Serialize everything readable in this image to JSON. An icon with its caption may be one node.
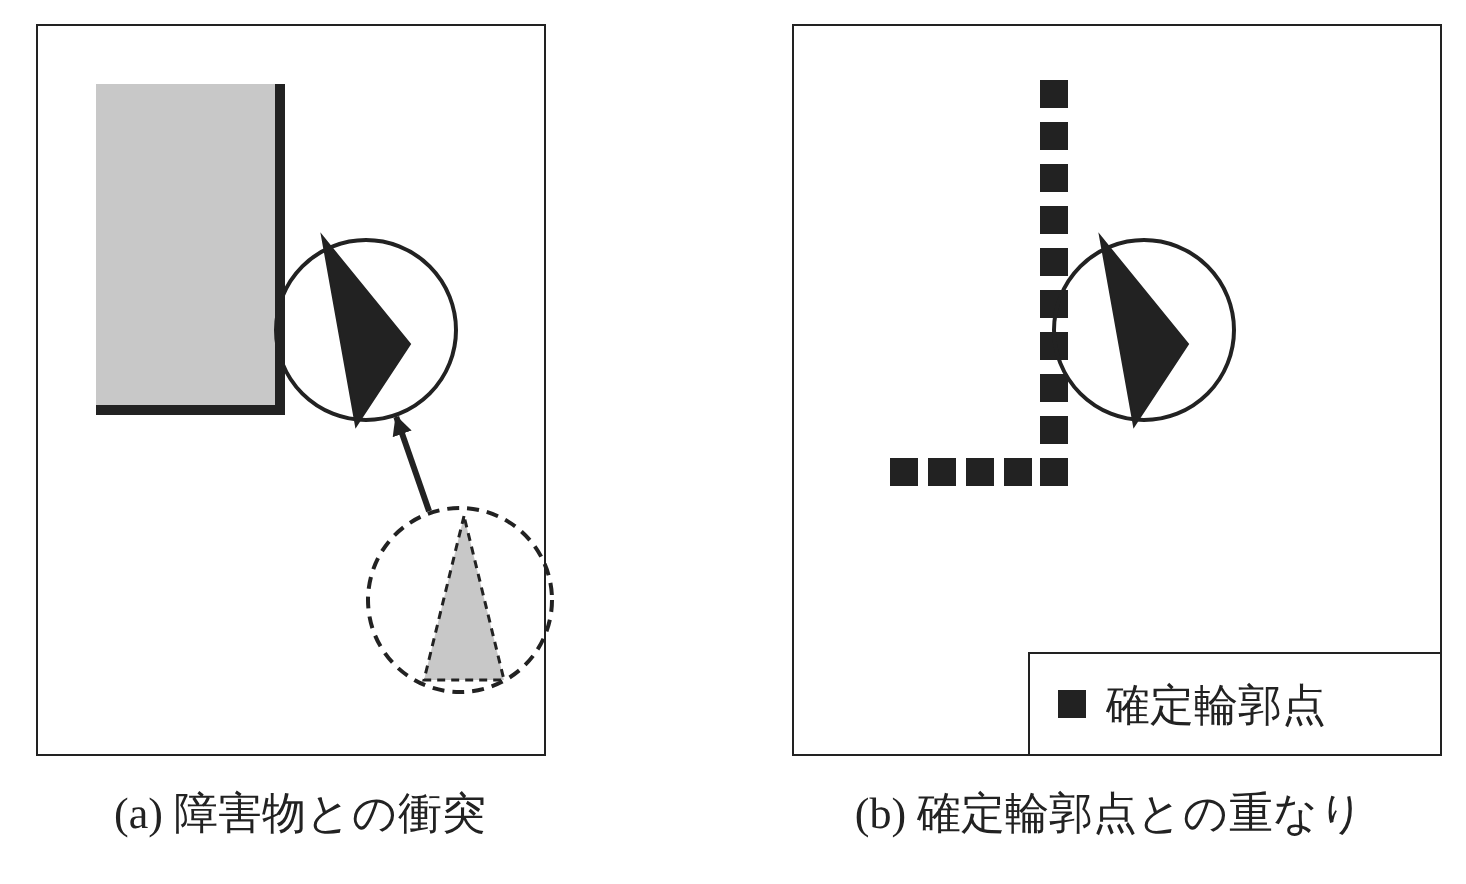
{
  "diagram": {
    "nodes": [
      {
        "text": [],
        "shape": "circle"
      },
      {
        "text": [],
        "shape": "circle"
      },
      {
        "text": [],
        "shape": "circle"
      }
    ],
    "edges": [
      {
        "from": 1,
        "to": 0,
        "arrow": "to"
      }
    ],
    "labels": [
      "(a) 障害物との衝突",
      "(b) 確定輪郭点との重なり"
    ],
    "legend": [
      {
        "text": "確定輪郭点",
        "color": "#222222"
      }
    ]
  }
}
